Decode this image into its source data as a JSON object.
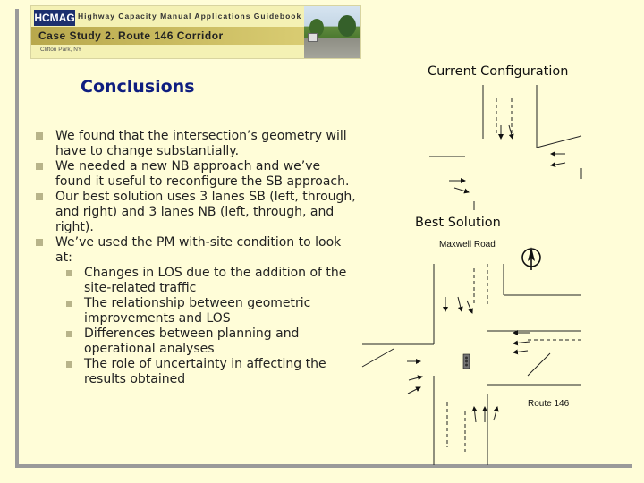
{
  "banner": {
    "logo": "HCMAG",
    "subtitle": "Highway Capacity Manual Applications Guidebook",
    "title": "Case Study 2. Route 146 Corridor",
    "location": "Clifton Park, NY"
  },
  "slide": {
    "title": "Conclusions",
    "bullets": [
      "We found that the intersection’s geometry will have to change substantially.",
      "We needed a new NB approach and we’ve found it useful to reconfigure the SB approach.",
      "Our best solution uses 3 lanes SB (left, through, and right) and 3 lanes NB (left, through, and right).",
      "We’ve used the PM with-site condition to look at:"
    ],
    "sub_bullets": [
      "Changes in LOS due to the addition of the site-related traffic",
      "The relationship between geometric improvements and LOS",
      "Differences between planning and operational analyses",
      "The role of uncertainty in affecting the results obtained"
    ]
  },
  "diagrams": {
    "current_heading": "Current Configuration",
    "best_heading": "Best Solution",
    "maxwell_label": "Maxwell Road",
    "route_label": "Route 146"
  },
  "icons": [
    "north-arrow-icon",
    "traffic-signal-icon",
    "lane-arrow-icon"
  ],
  "colors": {
    "background": "#fffdd8",
    "title": "#0f1e80",
    "bullet": "#b8b48a",
    "frame": "#9a9a9a"
  }
}
